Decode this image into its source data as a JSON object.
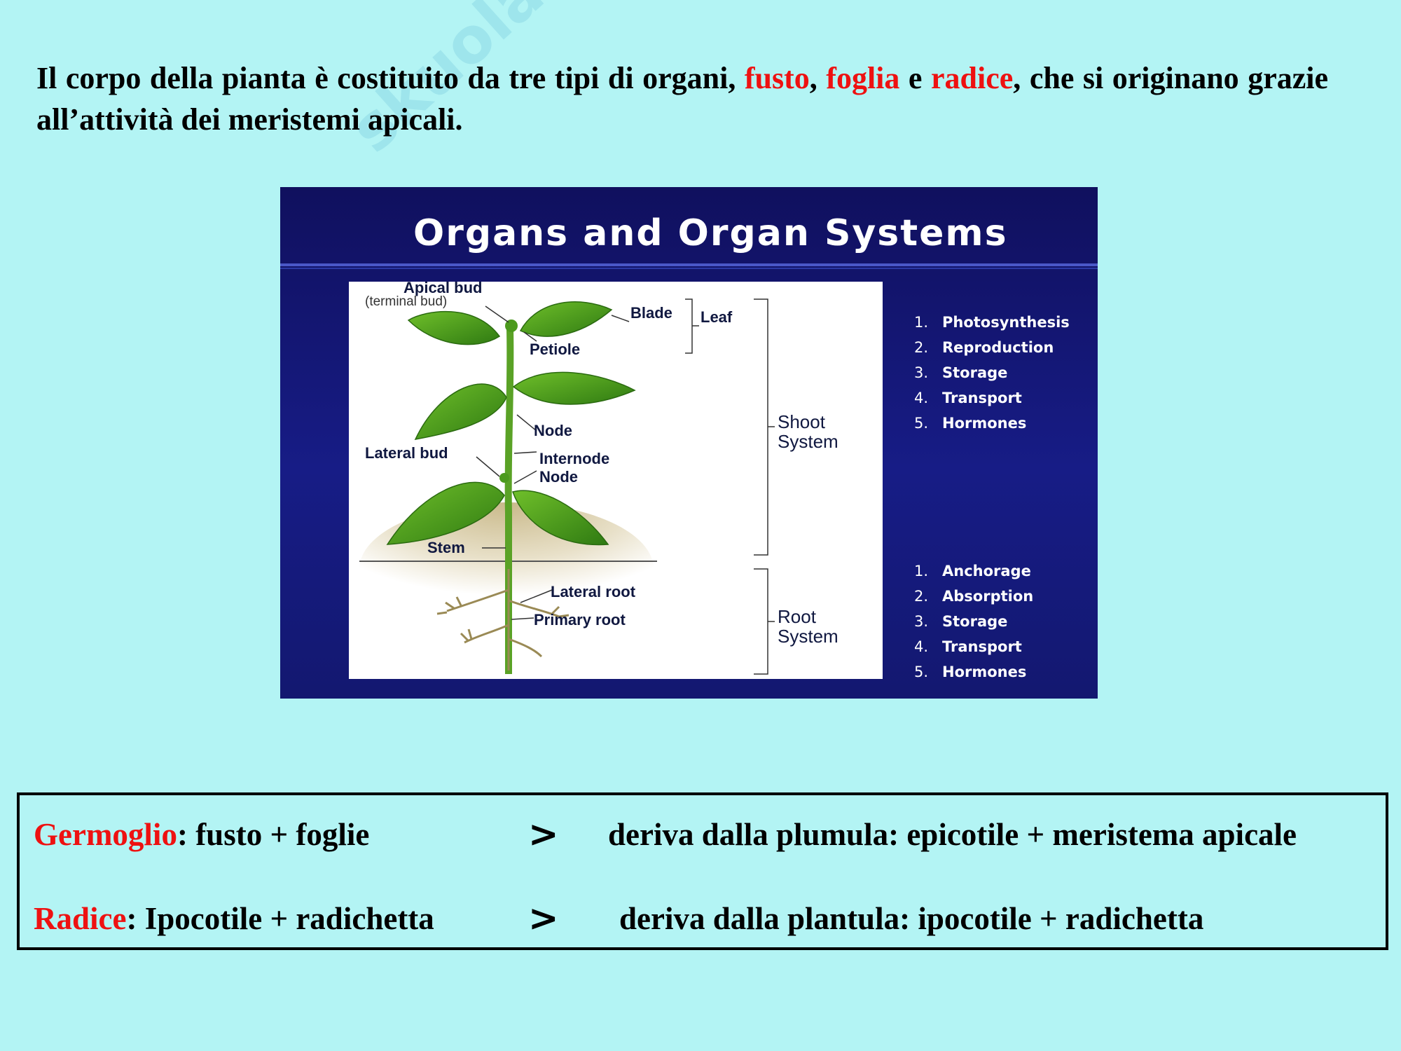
{
  "intro": {
    "part1": "Il corpo della pianta è costituito da tre tipi di organi, ",
    "organ1": "fusto",
    "sep1": ", ",
    "organ2": "foglia",
    "sep2": " e ",
    "organ3": "radice",
    "part2": ", che si originano grazie all’attività dei meristemi apicali."
  },
  "watermark": "skuola",
  "panel": {
    "title": "Organs and Organ Systems",
    "labels": {
      "apical_bud": "Apical bud",
      "terminal_bud": "(terminal bud)",
      "blade": "Blade",
      "leaf": "Leaf",
      "petiole": "Petiole",
      "node1": "Node",
      "lateral_bud": "Lateral bud",
      "internode": "Internode",
      "node2": "Node",
      "stem": "Stem",
      "lateral_root": "Lateral root",
      "primary_root": "Primary root",
      "shoot_system": "Shoot System",
      "root_system": "Root System"
    },
    "shoot_functions": [
      {
        "n": "1.",
        "label": "Photosynthesis"
      },
      {
        "n": "2.",
        "label": "Reproduction"
      },
      {
        "n": "3.",
        "label": "Storage"
      },
      {
        "n": "4.",
        "label": "Transport"
      },
      {
        "n": "5.",
        "label": "Hormones"
      }
    ],
    "root_functions": [
      {
        "n": "1.",
        "label": "Anchorage"
      },
      {
        "n": "2.",
        "label": "Absorption"
      },
      {
        "n": "3.",
        "label": "Storage"
      },
      {
        "n": "4.",
        "label": "Transport"
      },
      {
        "n": "5.",
        "label": "Hormones"
      }
    ]
  },
  "summary": {
    "row1": {
      "term": "Germoglio",
      "def": ": fusto + foglie",
      "arrow": ">",
      "rhs": "deriva dalla plumula: epicotile + meristema apicale"
    },
    "row2": {
      "term": "Radice",
      "def": ": Ipocotile + radichetta",
      "arrow": ">",
      "rhs": "deriva dalla plantula: ipocotile + radichetta"
    }
  },
  "colors": {
    "background": "#b3f4f4",
    "accent_red": "#ee1111",
    "panel_blue": "#12126a"
  }
}
